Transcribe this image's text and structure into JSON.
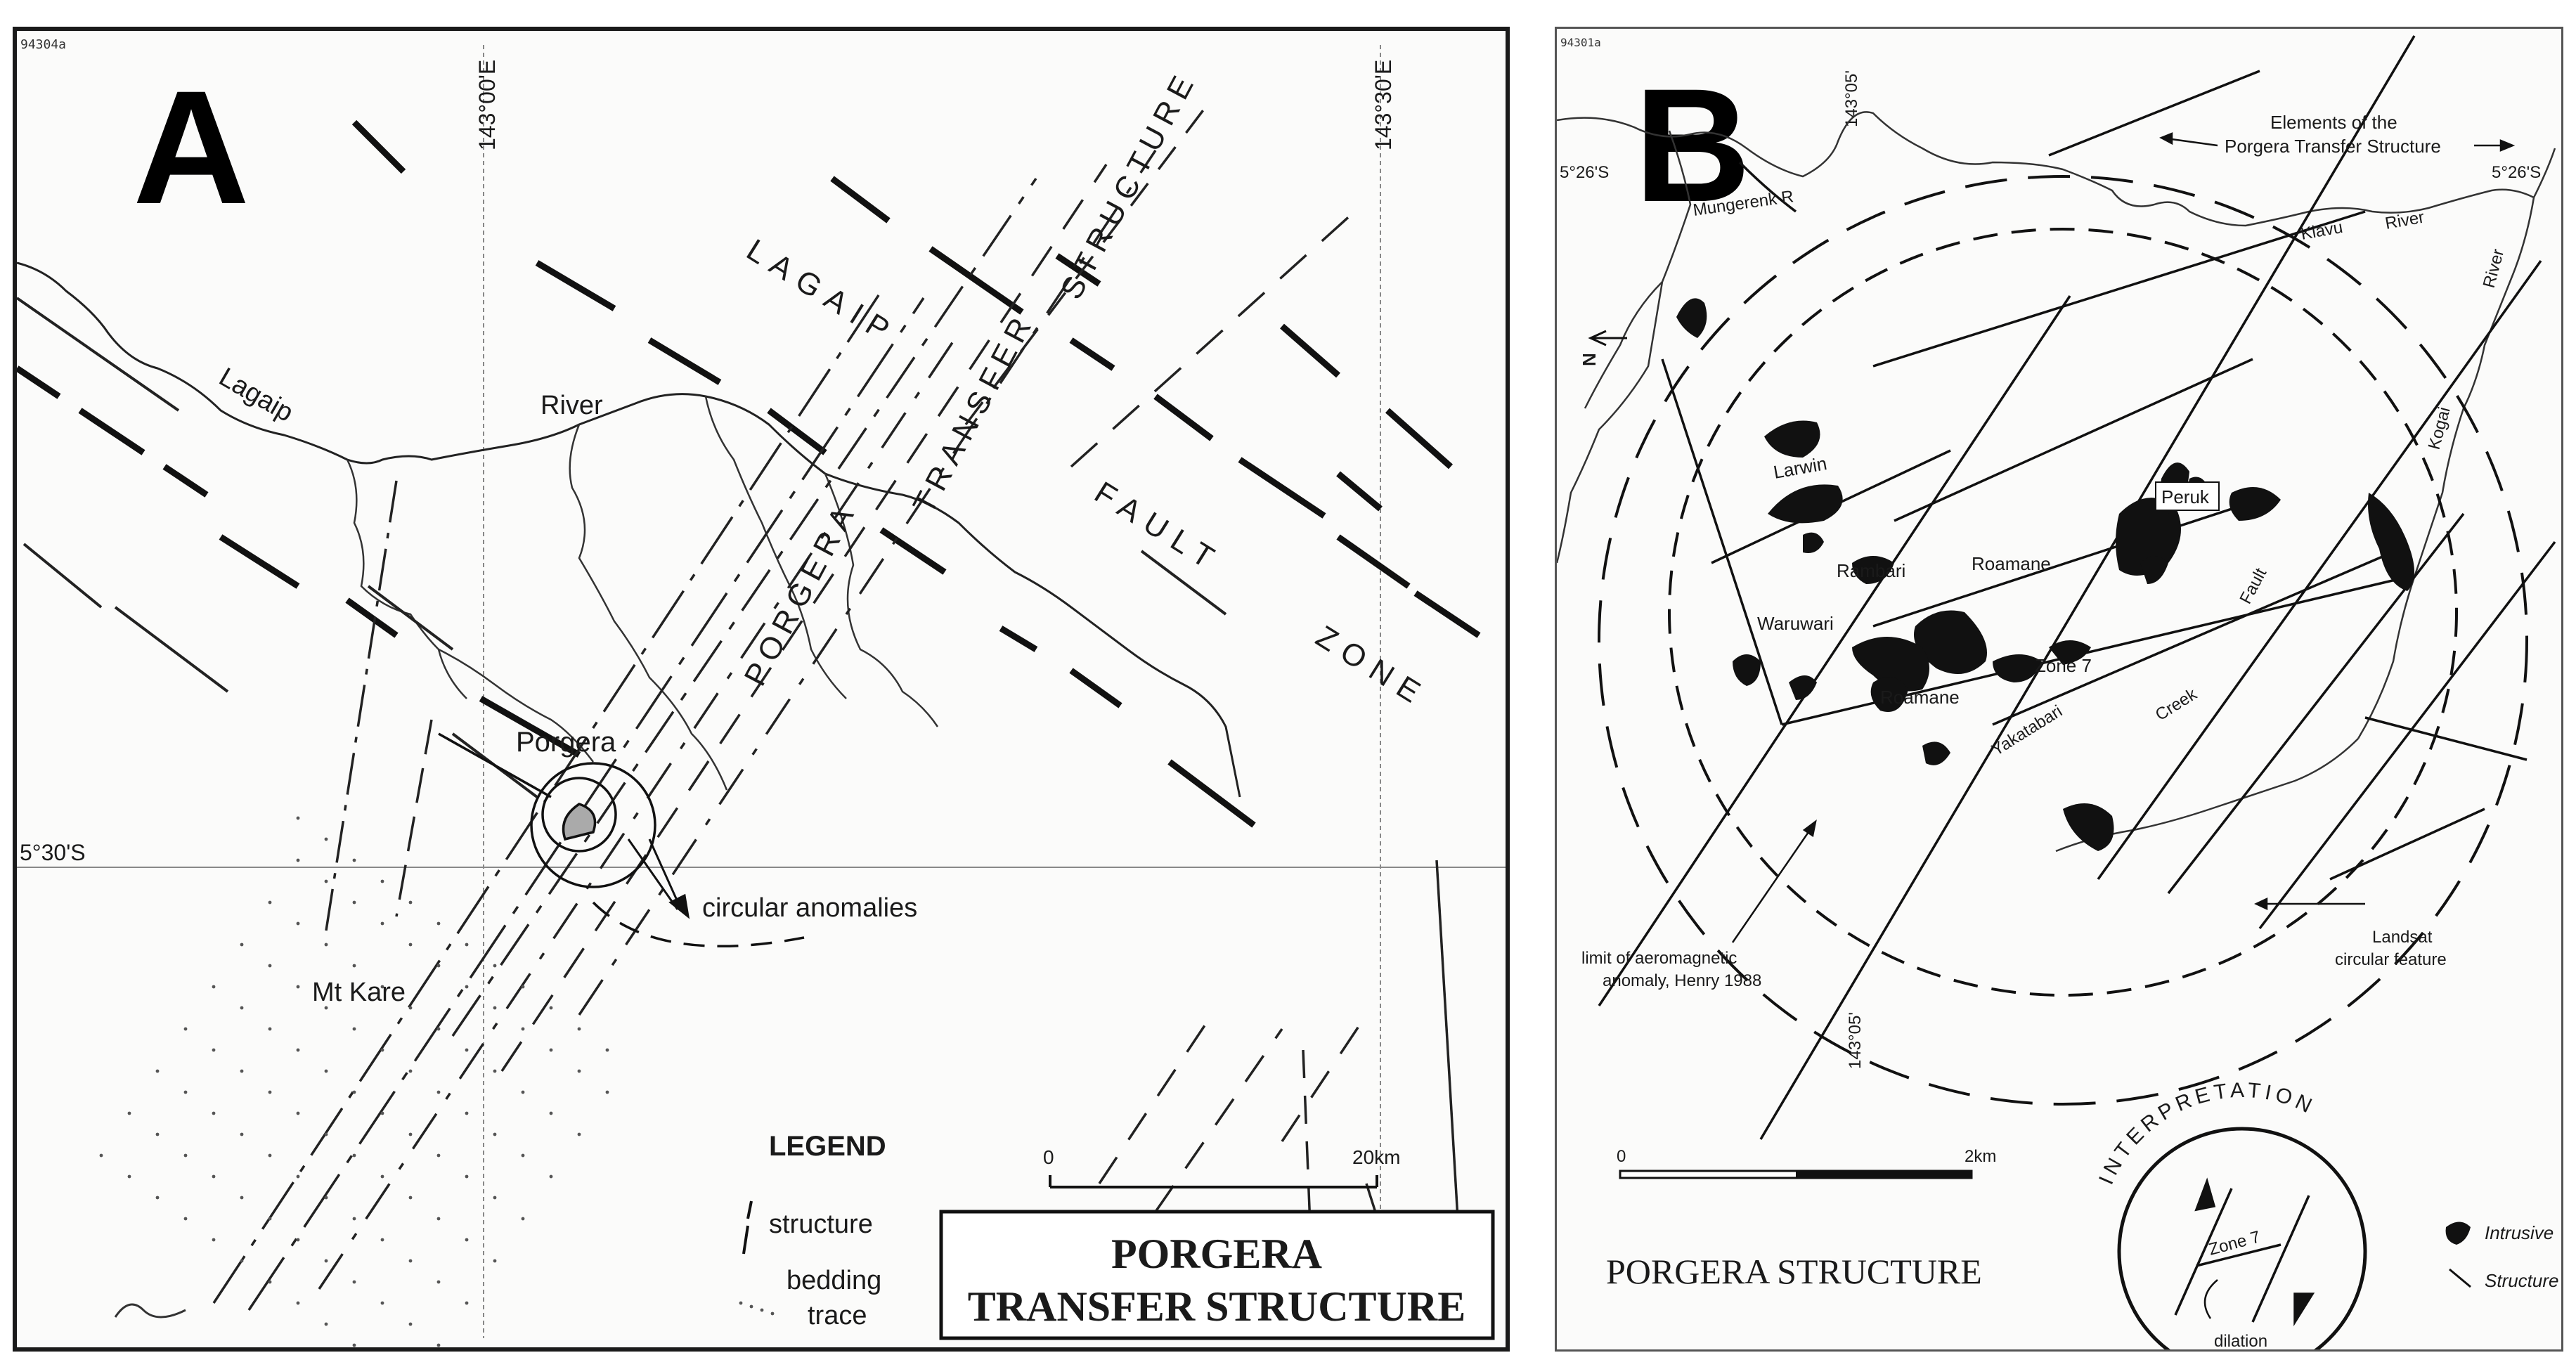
{
  "panel_a": {
    "letter": "A",
    "code": "94304a",
    "lon_left": "143°00'E",
    "lon_right": "143°30'E",
    "lat": "5°30'S",
    "river_lagaip": "Lagaip",
    "river_word": "River",
    "fault_words": [
      "LAGAIP",
      "FAULT",
      "ZONE"
    ],
    "transfer_words": [
      "PORGERA",
      "TRANSFER",
      "STRUCTURE"
    ],
    "porgera": "Porgera",
    "circular_anomalies": "circular anomalies",
    "mt_kare": "Mt Kare",
    "legend_title": "LEGEND",
    "legend_structure": "structure",
    "legend_bedding_1": "bedding",
    "legend_bedding_2": "trace",
    "scale_start": "0",
    "scale_end": "20km",
    "title_line1": "PORGERA",
    "title_line2": "TRANSFER STRUCTURE"
  },
  "panel_b": {
    "letter": "B",
    "code": "94301a",
    "lon_top": "143°05'",
    "lon_bottom": "143°05'",
    "lat_left": "5°26'S",
    "lat_right": "5°26'S",
    "elements_1": "Elements of the",
    "elements_2": "Porgera Transfer Structure",
    "mungerenk": "Mungerenk R",
    "kiavu": "Kiavu",
    "river": "River",
    "river_right": "River",
    "kogai": "Kogai",
    "north": "N",
    "larwin": "Larwin",
    "peruk": "Peruk",
    "rambari": "Rambari",
    "roamane_top": "Roamane",
    "roamane_bottom": "Roamane",
    "waruwari": "Waruwari",
    "zone7": "Zone 7",
    "fault": "Fault",
    "yakatabari": "Yakatabari",
    "creek": "Creek",
    "aero_1": "limit of aeromagnetic",
    "aero_2": "anomaly, Henry 1988",
    "landsat_1": "Landsat",
    "landsat_2": "circular feature",
    "scale_start": "0",
    "scale_end": "2km",
    "title": "PORGERA STRUCTURE",
    "interpretation": "INTERPRETATION",
    "interp_zone7": "Zone 7",
    "interp_dilation": "dilation",
    "legend_intrusive": "Intrusive",
    "legend_structure": "Structure"
  }
}
